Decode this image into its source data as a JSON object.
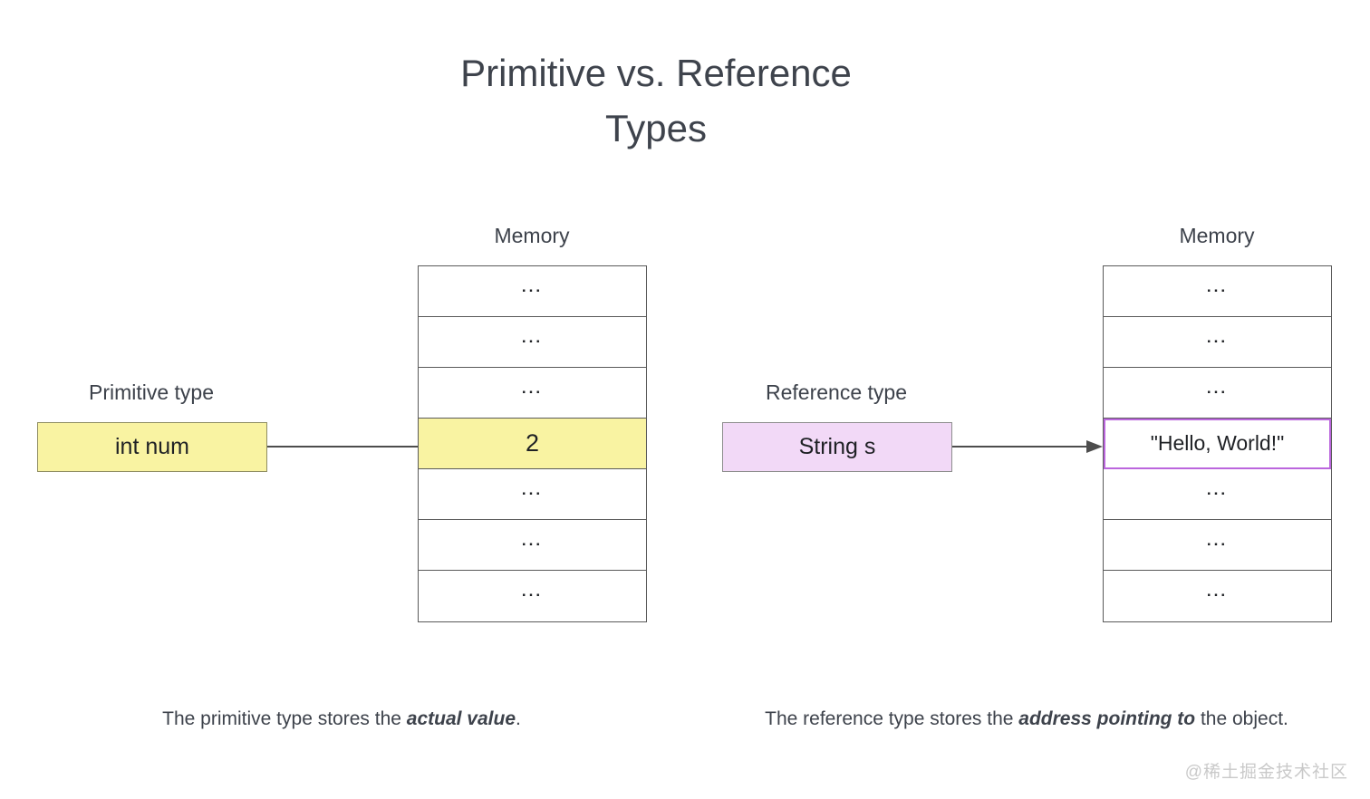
{
  "title": {
    "line1": "Primitive vs. Reference",
    "line2": "Types"
  },
  "panels": {
    "left": {
      "memory_label": "Memory",
      "type_label": "Primitive type",
      "variable": "int num",
      "cells": [
        "...",
        "...",
        "...",
        "2",
        "...",
        "...",
        "..."
      ],
      "highlighted_cell_index": 3,
      "stored_value": "2"
    },
    "right": {
      "memory_label": "Memory",
      "type_label": "Reference type",
      "variable": "String s",
      "cells": [
        "...",
        "...",
        "...",
        "\"Hello, World!\"",
        "...",
        "...",
        "..."
      ],
      "highlighted_cell_index": 3,
      "stored_value": "\"Hello, World!\""
    }
  },
  "captions": {
    "left": {
      "prefix": "The primitive type stores the ",
      "emphasis": "actual value",
      "suffix": "."
    },
    "right": {
      "prefix": "The reference type stores the ",
      "emphasis": "address pointing to",
      "suffix": " the object."
    }
  },
  "watermark": "@稀土掘金技术社区",
  "colors": {
    "primitive_fill": "#f9f3a2",
    "reference_fill": "#f2d9f7",
    "reference_highlight_border": "#bb66dd",
    "grid_border": "#5a5a5a",
    "arrow": "#4d4d4d",
    "title_text": "#3e434c",
    "body_text": "#3d424b",
    "watermark_text": "#c9c9c9"
  }
}
